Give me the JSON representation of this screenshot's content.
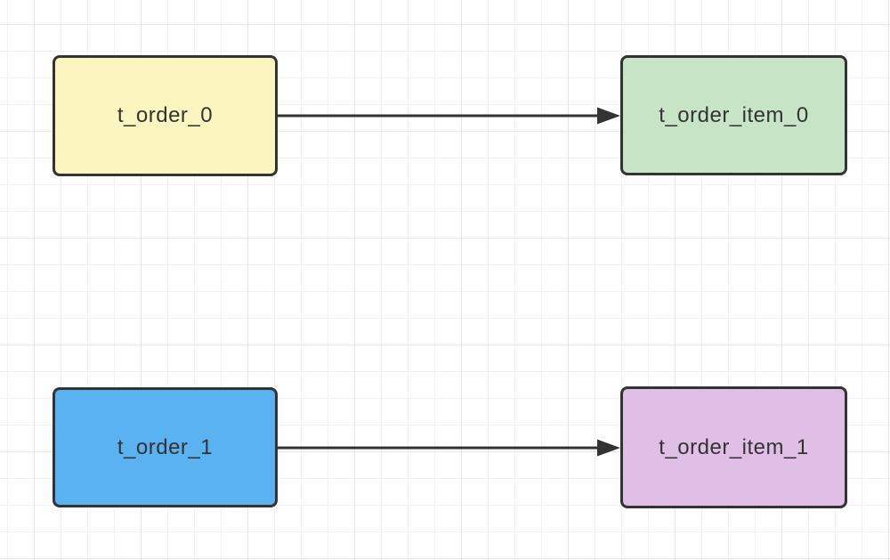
{
  "canvas": {
    "bg_color": "#ffffff",
    "grid_minor_color": "#f2f2f2",
    "grid_major_color": "#e7e7e7"
  },
  "nodes": [
    {
      "label": "t_order_0",
      "fill": "#fbf6bf",
      "border_color": "#333333",
      "text_color": "#333333"
    },
    {
      "label": "t_order_item_0",
      "fill": "#c7e4c6",
      "border_color": "#333333",
      "text_color": "#333333"
    },
    {
      "label": "t_order_1",
      "fill": "#5bb2f0",
      "border_color": "#333333",
      "text_color": "#333333"
    },
    {
      "label": "t_order_item_1",
      "fill": "#e0bfe6",
      "border_color": "#333333",
      "text_color": "#333333"
    }
  ],
  "edges": [
    {
      "from": "t_order_0",
      "to": "t_order_item_0",
      "color": "#333333"
    },
    {
      "from": "t_order_1",
      "to": "t_order_item_1",
      "color": "#333333"
    }
  ]
}
